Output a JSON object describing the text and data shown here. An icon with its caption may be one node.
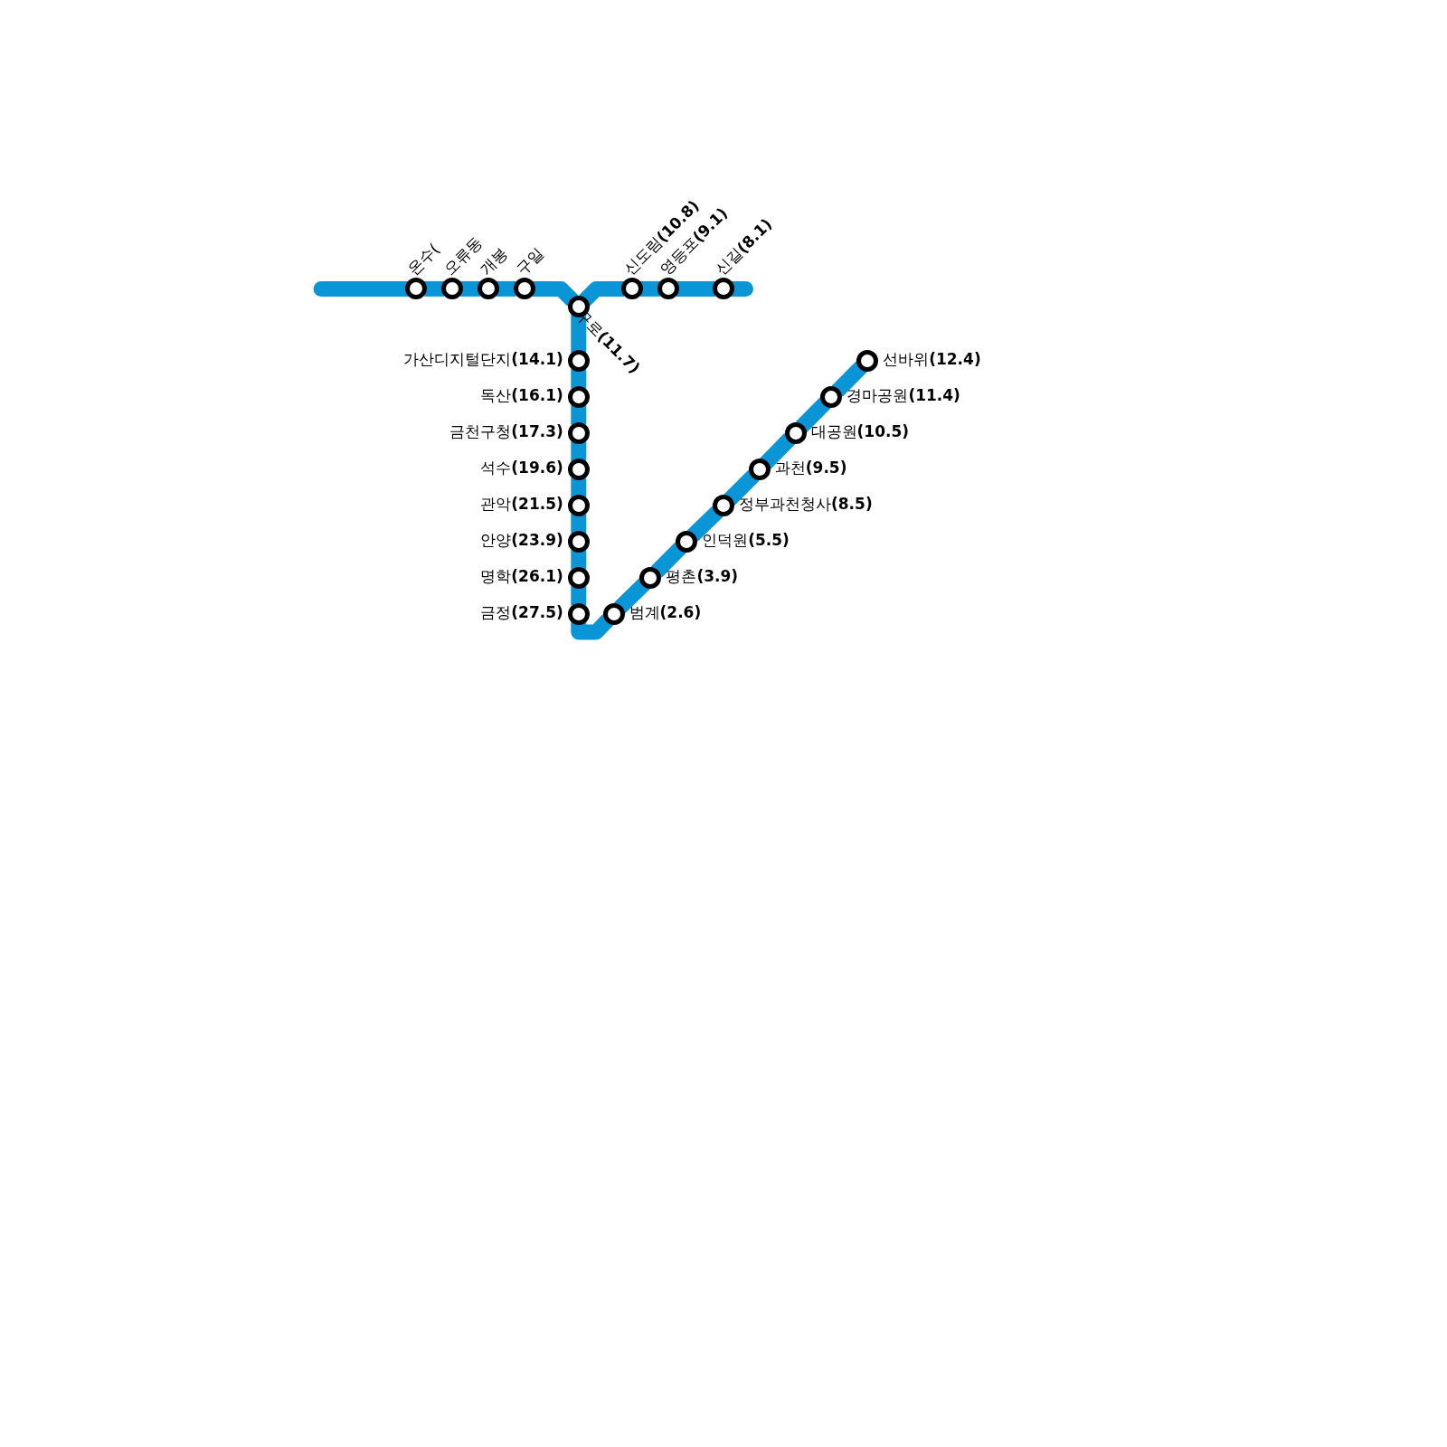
{
  "diagram": {
    "nodes": [
      {
        "text": [
          "온수("
        ]
      },
      {
        "text": [
          "오류동"
        ]
      },
      {
        "text": [
          "개봉"
        ]
      },
      {
        "text": [
          "구일"
        ]
      },
      {
        "text": [
          "구로**(11.7)**"
        ]
      },
      {
        "text": [
          "신도림**(10.8)**"
        ]
      },
      {
        "text": [
          "영등포**(9.1)**"
        ]
      },
      {
        "text": [
          "신길**(8.1)**"
        ]
      },
      {
        "text": [
          "가산디지털단지**(14.1)**"
        ]
      },
      {
        "text": [
          "독산**(16.1)**"
        ]
      },
      {
        "text": [
          "금천구청**(17.3)**"
        ]
      },
      {
        "text": [
          "석수**(19.6)**"
        ]
      },
      {
        "text": [
          "관악**(21.5)**"
        ]
      },
      {
        "text": [
          "안양**(23.9)**"
        ]
      },
      {
        "text": [
          "명학**(26.1)**"
        ]
      },
      {
        "text": [
          "금정**(27.5)**"
        ]
      },
      {
        "text": [
          "범계**(2.6)**"
        ]
      },
      {
        "text": [
          "평촌**(3.9)**"
        ]
      },
      {
        "text": [
          "인덕원**(5.5)**"
        ]
      },
      {
        "text": [
          "정부과천청사**(8.5)**"
        ]
      },
      {
        "text": [
          "과천**(9.5)**"
        ]
      },
      {
        "text": [
          "대공원**(10.5)**"
        ]
      },
      {
        "text": [
          "경마공원**(11.4)**"
        ]
      },
      {
        "text": [
          "선바위**(12.4)**"
        ]
      }
    ],
    "edges": [
      {
        "from": null,
        "to": 0,
        "arrow": "none"
      },
      {
        "from": 0,
        "to": 1,
        "arrow": "none"
      },
      {
        "from": 1,
        "to": 2,
        "arrow": "none"
      },
      {
        "from": 2,
        "to": 3,
        "arrow": "none"
      },
      {
        "from": 3,
        "to": 4,
        "arrow": "none"
      },
      {
        "from": 4,
        "to": 5,
        "arrow": "none"
      },
      {
        "from": 5,
        "to": 6,
        "arrow": "none"
      },
      {
        "from": 6,
        "to": 7,
        "arrow": "none"
      },
      {
        "from": 7,
        "to": null,
        "arrow": "none"
      },
      {
        "from": 4,
        "to": 8,
        "arrow": "none"
      },
      {
        "from": 8,
        "to": 9,
        "arrow": "none"
      },
      {
        "from": 9,
        "to": 10,
        "arrow": "none"
      },
      {
        "from": 10,
        "to": 11,
        "arrow": "none"
      },
      {
        "from": 11,
        "to": 12,
        "arrow": "none"
      },
      {
        "from": 12,
        "to": 13,
        "arrow": "none"
      },
      {
        "from": 13,
        "to": 14,
        "arrow": "none"
      },
      {
        "from": 14,
        "to": 15,
        "arrow": "none"
      },
      {
        "from": 15,
        "to": 16,
        "arrow": "none"
      },
      {
        "from": 16,
        "to": 17,
        "arrow": "none"
      },
      {
        "from": 17,
        "to": 18,
        "arrow": "none"
      },
      {
        "from": 18,
        "to": 19,
        "arrow": "none"
      },
      {
        "from": 19,
        "to": 20,
        "arrow": "none"
      },
      {
        "from": 20,
        "to": 21,
        "arrow": "none"
      },
      {
        "from": 21,
        "to": 22,
        "arrow": "none"
      },
      {
        "from": 22,
        "to": 23,
        "arrow": "none"
      }
    ]
  }
}
